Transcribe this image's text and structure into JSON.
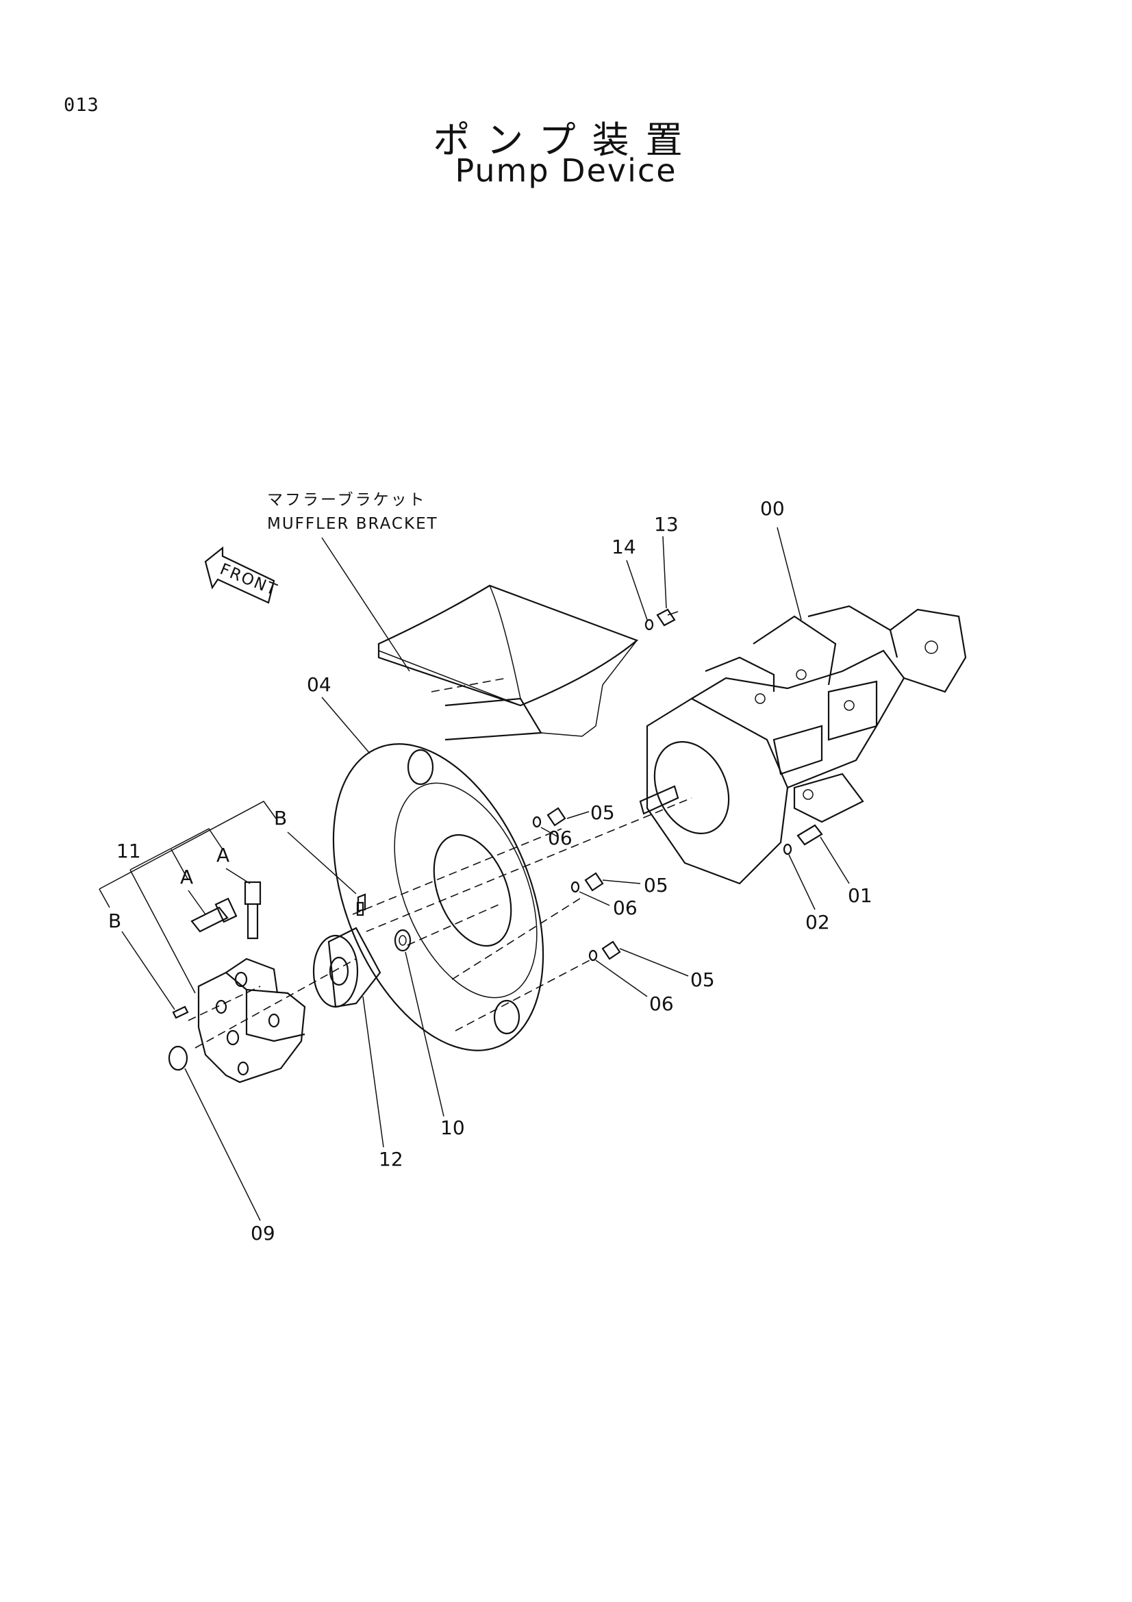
{
  "page": {
    "number": "013",
    "title_jp": "ポンプ装置",
    "title_en": "Pump Device"
  },
  "callouts": {
    "muffler_bracket_jp": "マフラーブラケット",
    "muffler_bracket_en": "MUFFLER BRACKET",
    "front": "FRONT",
    "p00": "00",
    "p01": "01",
    "p02": "02",
    "p04": "04",
    "p05a": "05",
    "p05b": "05",
    "p05c": "05",
    "p06a": "06",
    "p06b": "06",
    "p06c": "06",
    "p09": "09",
    "p10": "10",
    "p11": "11",
    "p12": "12",
    "p13": "13",
    "p14": "14",
    "ref_a1": "A",
    "ref_a2": "A",
    "ref_b1": "B",
    "ref_b2": "B"
  }
}
